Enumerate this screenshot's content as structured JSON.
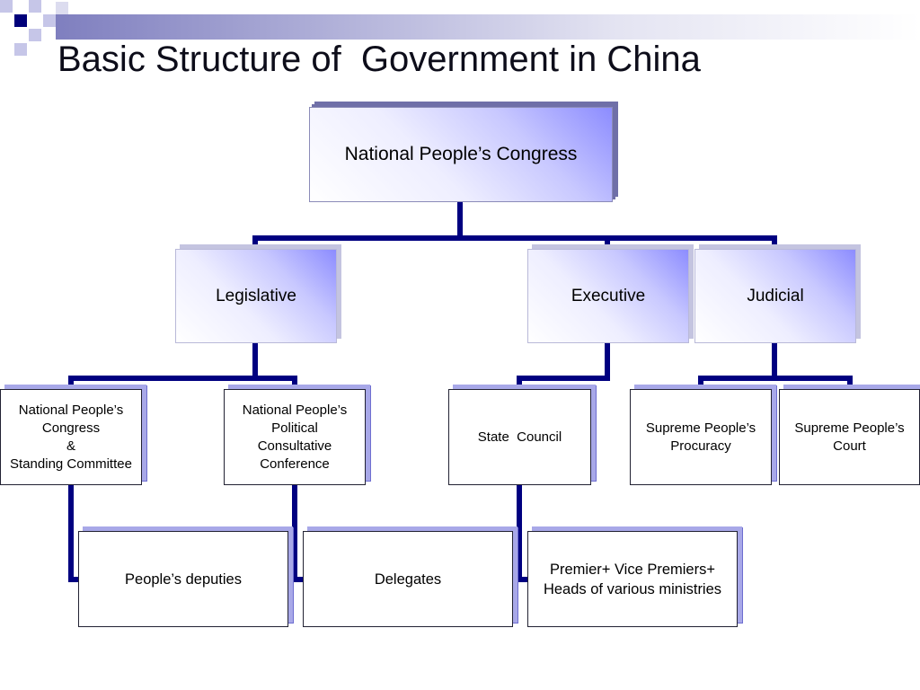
{
  "title": "Basic Structure of  Government in China",
  "colors": {
    "connector": "#000080",
    "box_gradient": "#8c8cff",
    "shadow": "#6f6fa8",
    "deco_dark": "#00007a",
    "deco_light": "#c6c6e8"
  },
  "chart": {
    "root": {
      "label": "National People’s Congress"
    },
    "branches": {
      "legislative": {
        "label": "Legislative"
      },
      "executive": {
        "label": "Executive"
      },
      "judicial": {
        "label": "Judicial"
      }
    },
    "level3": {
      "npc_standing": {
        "line1": "National People’s",
        "line2": "Congress",
        "line3": "&",
        "line4": "Standing Committee"
      },
      "nppcc": {
        "line1": "National People’s",
        "line2": "Political",
        "line3": "Consultative",
        "line4": "Conference"
      },
      "state_council": {
        "label": "State  Council"
      },
      "procuracy": {
        "line1": "Supreme People’s",
        "line2": "Procuracy"
      },
      "court": {
        "line1": "Supreme People’s",
        "line2": "Court"
      }
    },
    "level4": {
      "deputies": {
        "label": "People’s deputies"
      },
      "delegates": {
        "label": "Delegates"
      },
      "premier": {
        "line1": "Premier+ Vice Premiers+",
        "line2": "Heads of various ministries"
      }
    }
  }
}
